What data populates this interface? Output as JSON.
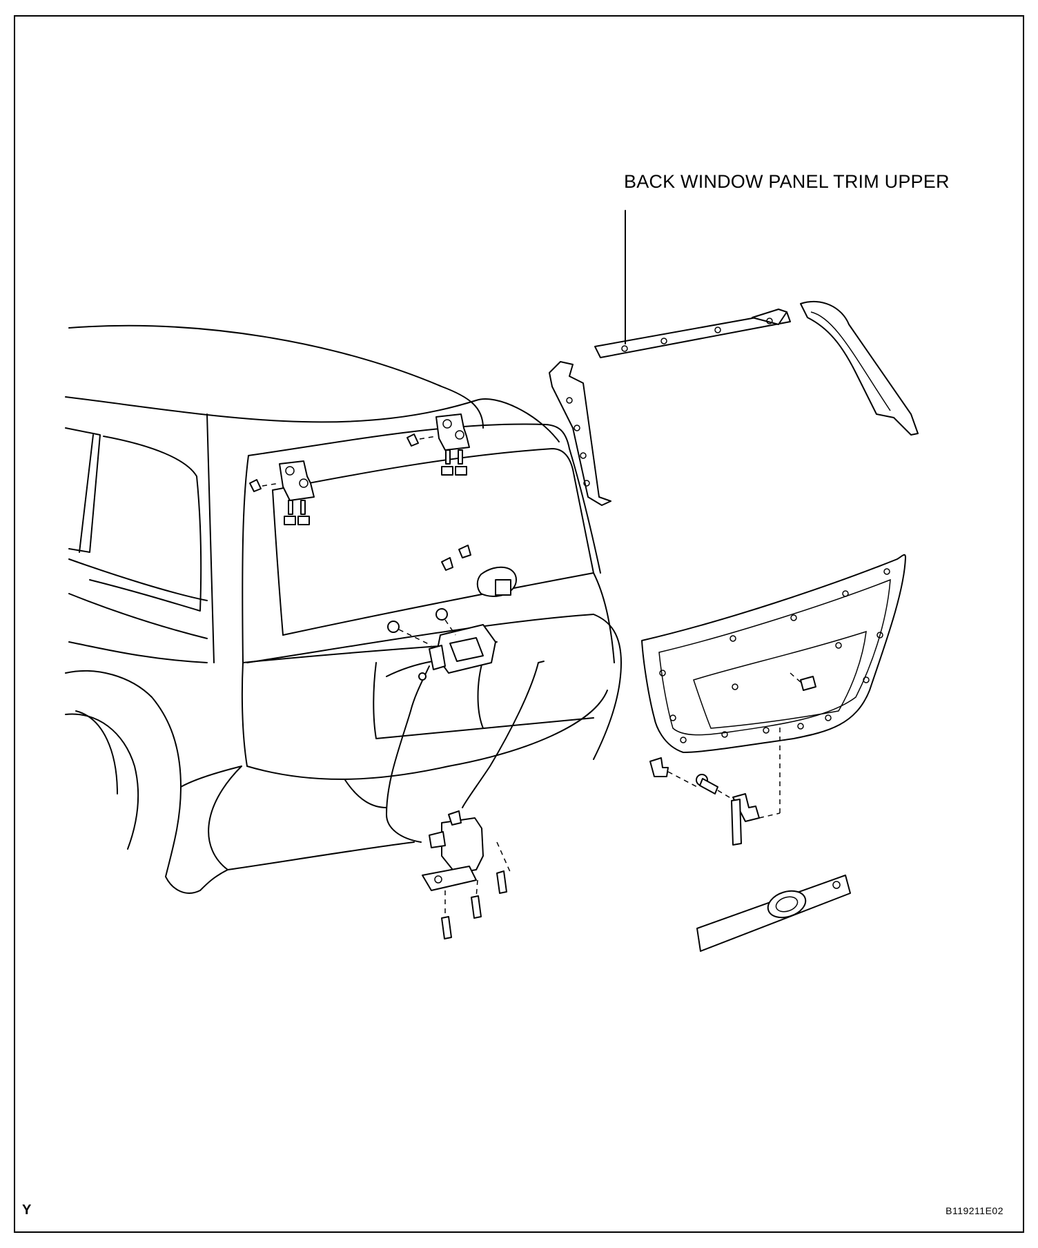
{
  "diagram": {
    "callout_label": "BACK WINDOW PANEL TRIM UPPER",
    "corner_mark": "Y",
    "figure_id": "B119211E02"
  }
}
